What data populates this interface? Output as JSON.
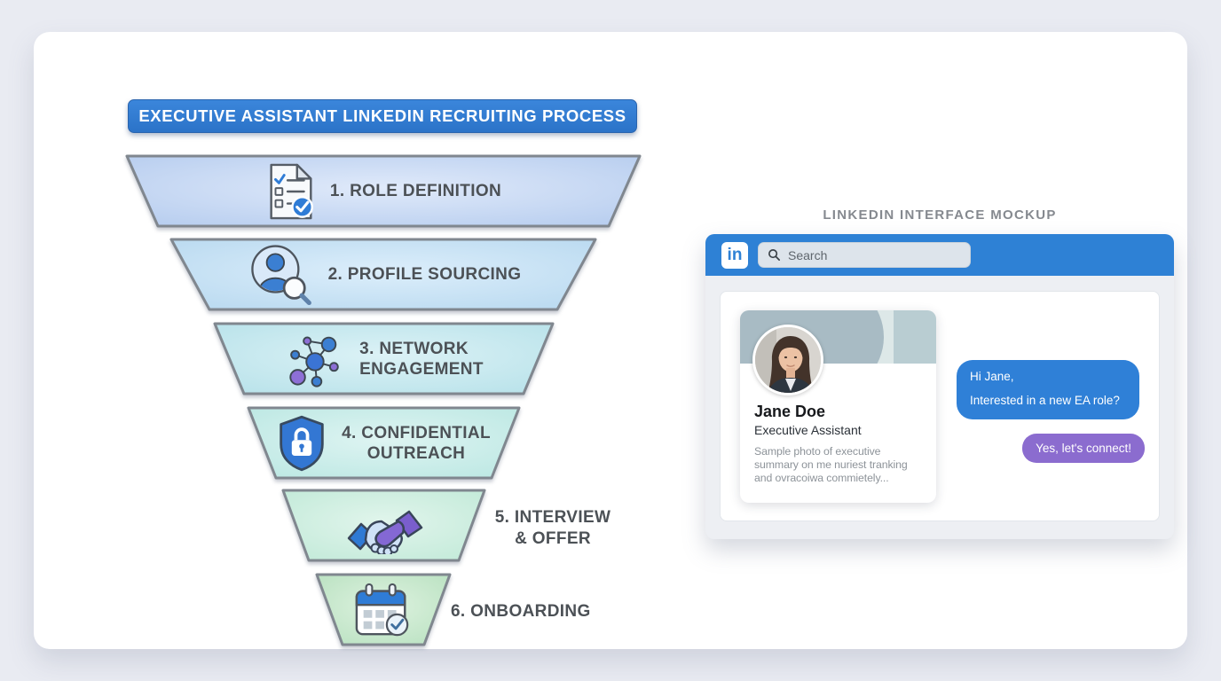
{
  "diagram": {
    "title": "EXECUTIVE ASSISTANT LINKEDIN RECRUITING PROCESS",
    "steps": [
      {
        "label": "1. ROLE DEFINITION",
        "icon": "checklist-document-icon",
        "fill_edge": "#b4cbee",
        "fill_center": "#e0eafa"
      },
      {
        "label": "2. PROFILE SOURCING",
        "icon": "profile-search-icon",
        "fill_edge": "#b7d8ef",
        "fill_center": "#dceefb"
      },
      {
        "label": "3. NETWORK\nENGAGEMENT",
        "icon": "network-icon",
        "fill_edge": "#b6e1e9",
        "fill_center": "#dcf2f6"
      },
      {
        "label": "4. CONFIDENTIAL\nOUTREACH",
        "icon": "shield-lock-icon",
        "fill_edge": "#bae7e2",
        "fill_center": "#def4f2"
      },
      {
        "label": "5. INTERVIEW\n& OFFER",
        "icon": "handshake-icon",
        "fill_edge": "#c0e9d7",
        "fill_center": "#e1f5ec"
      },
      {
        "label": "6. ONBOARDING",
        "icon": "calendar-check-icon",
        "fill_edge": "#b7e0bf",
        "fill_center": "#ddf2df"
      }
    ]
  },
  "mockup": {
    "heading": "LINKEDIN INTERFACE MOCKUP",
    "header": {
      "logo_text": "in",
      "search_placeholder": "Search",
      "search_icon": "search-icon"
    },
    "profile_card": {
      "name": "Jane Doe",
      "title": "Executive Assistant",
      "summary": "Sample photo of executive summary on me nuriest tranking and ovracoiwa commietely..."
    },
    "chat": {
      "incoming_line1": "Hi Jane,",
      "incoming_line2": "Interested in a new EA role?",
      "reply": "Yes, let's connect!"
    }
  },
  "colors": {
    "page_background": "#e9ebf2",
    "banner_blue": "#2e7cd3",
    "linkedin_blue": "#2e81d5",
    "chat_incoming_blue": "#2f80d7",
    "chat_reply_purple": "#8b6ccf",
    "step_label_gray": "#4c5156",
    "trapezoid_border": "#80878f",
    "accent_purple": "#8d6fd6",
    "accent_blue": "#3b7fd2"
  }
}
